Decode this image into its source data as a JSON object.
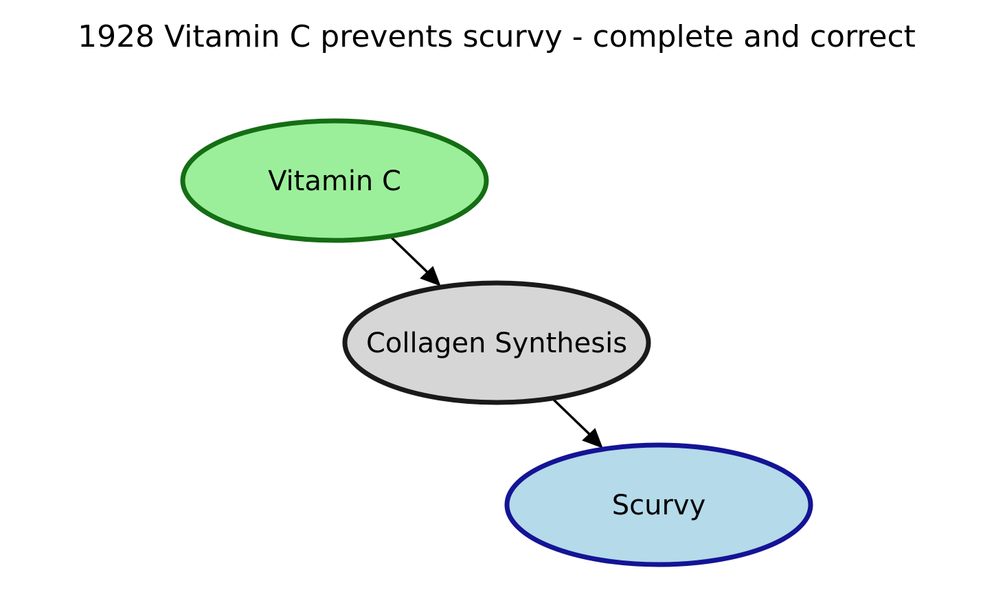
{
  "title": "1928 Vitamin C prevents scurvy - complete and correct",
  "nodes": {
    "vitamin_c": {
      "label": "Vitamin C",
      "fill": "#9cef9a",
      "stroke": "#146e14"
    },
    "collagen": {
      "label": "Collagen Synthesis",
      "fill": "#d6d6d6",
      "stroke": "#1a1a1a"
    },
    "scurvy": {
      "label": "Scurvy",
      "fill": "#b5dae9",
      "stroke": "#141496"
    }
  },
  "edges": [
    {
      "from": "vitamin_c",
      "to": "collagen"
    },
    {
      "from": "collagen",
      "to": "scurvy"
    }
  ]
}
